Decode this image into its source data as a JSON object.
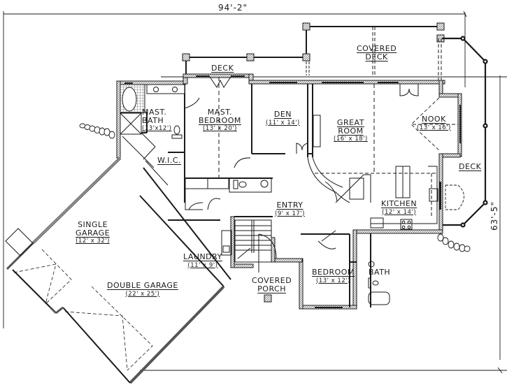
{
  "plan": {
    "overall_width": "94'-2\"",
    "overall_depth": "63'-5\"",
    "colors": {
      "line": "#1a1a1a",
      "wall_fill": "#cfcfcf",
      "background": "#ffffff"
    }
  },
  "rooms": [
    {
      "id": "deck-master",
      "name": "DECK",
      "dims": ""
    },
    {
      "id": "covered-deck",
      "name": "COVERED DECK",
      "line1": "COVERED",
      "line2": "DECK",
      "dims": ""
    },
    {
      "id": "mast-bath",
      "name": "MAST. BATH",
      "line1": "MAST.",
      "line2": "BATH",
      "dims": "(13'x12')"
    },
    {
      "id": "mast-bedroom",
      "name": "MAST. BEDROOM",
      "line1": "MAST.",
      "line2": "BEDROOM",
      "dims": "(13' x 20')"
    },
    {
      "id": "den",
      "name": "DEN",
      "dims": "(11' x 14')"
    },
    {
      "id": "great-room",
      "name": "GREAT ROOM",
      "line1": "GREAT",
      "line2": "ROOM",
      "dims": "(16' x 18')"
    },
    {
      "id": "nook",
      "name": "NOOK",
      "dims": "(13' x 16')"
    },
    {
      "id": "deck-side",
      "name": "DECK",
      "dims": ""
    },
    {
      "id": "wic",
      "name": "W.I.C.",
      "dims": ""
    },
    {
      "id": "entry",
      "name": "ENTRY",
      "dims": "(9' x 17')"
    },
    {
      "id": "kitchen",
      "name": "KITCHEN",
      "dims": "(12' x 14')"
    },
    {
      "id": "single-garage",
      "name": "SINGLE GARAGE",
      "line1": "SINGLE",
      "line2": "GARAGE",
      "dims": "(12' x 32')"
    },
    {
      "id": "laundry",
      "name": "LAUNDRY",
      "dims": "(11' x 9')"
    },
    {
      "id": "double-garage",
      "name": "DOUBLE GARAGE",
      "dims": "(22' x 25')"
    },
    {
      "id": "covered-porch",
      "name": "COVERED PORCH",
      "line1": "COVERED",
      "line2": "PORCH",
      "dims": ""
    },
    {
      "id": "bedroom",
      "name": "BEDROOM",
      "dims": "(13' x 12')"
    },
    {
      "id": "bath",
      "name": "BATH",
      "dims": ""
    }
  ]
}
